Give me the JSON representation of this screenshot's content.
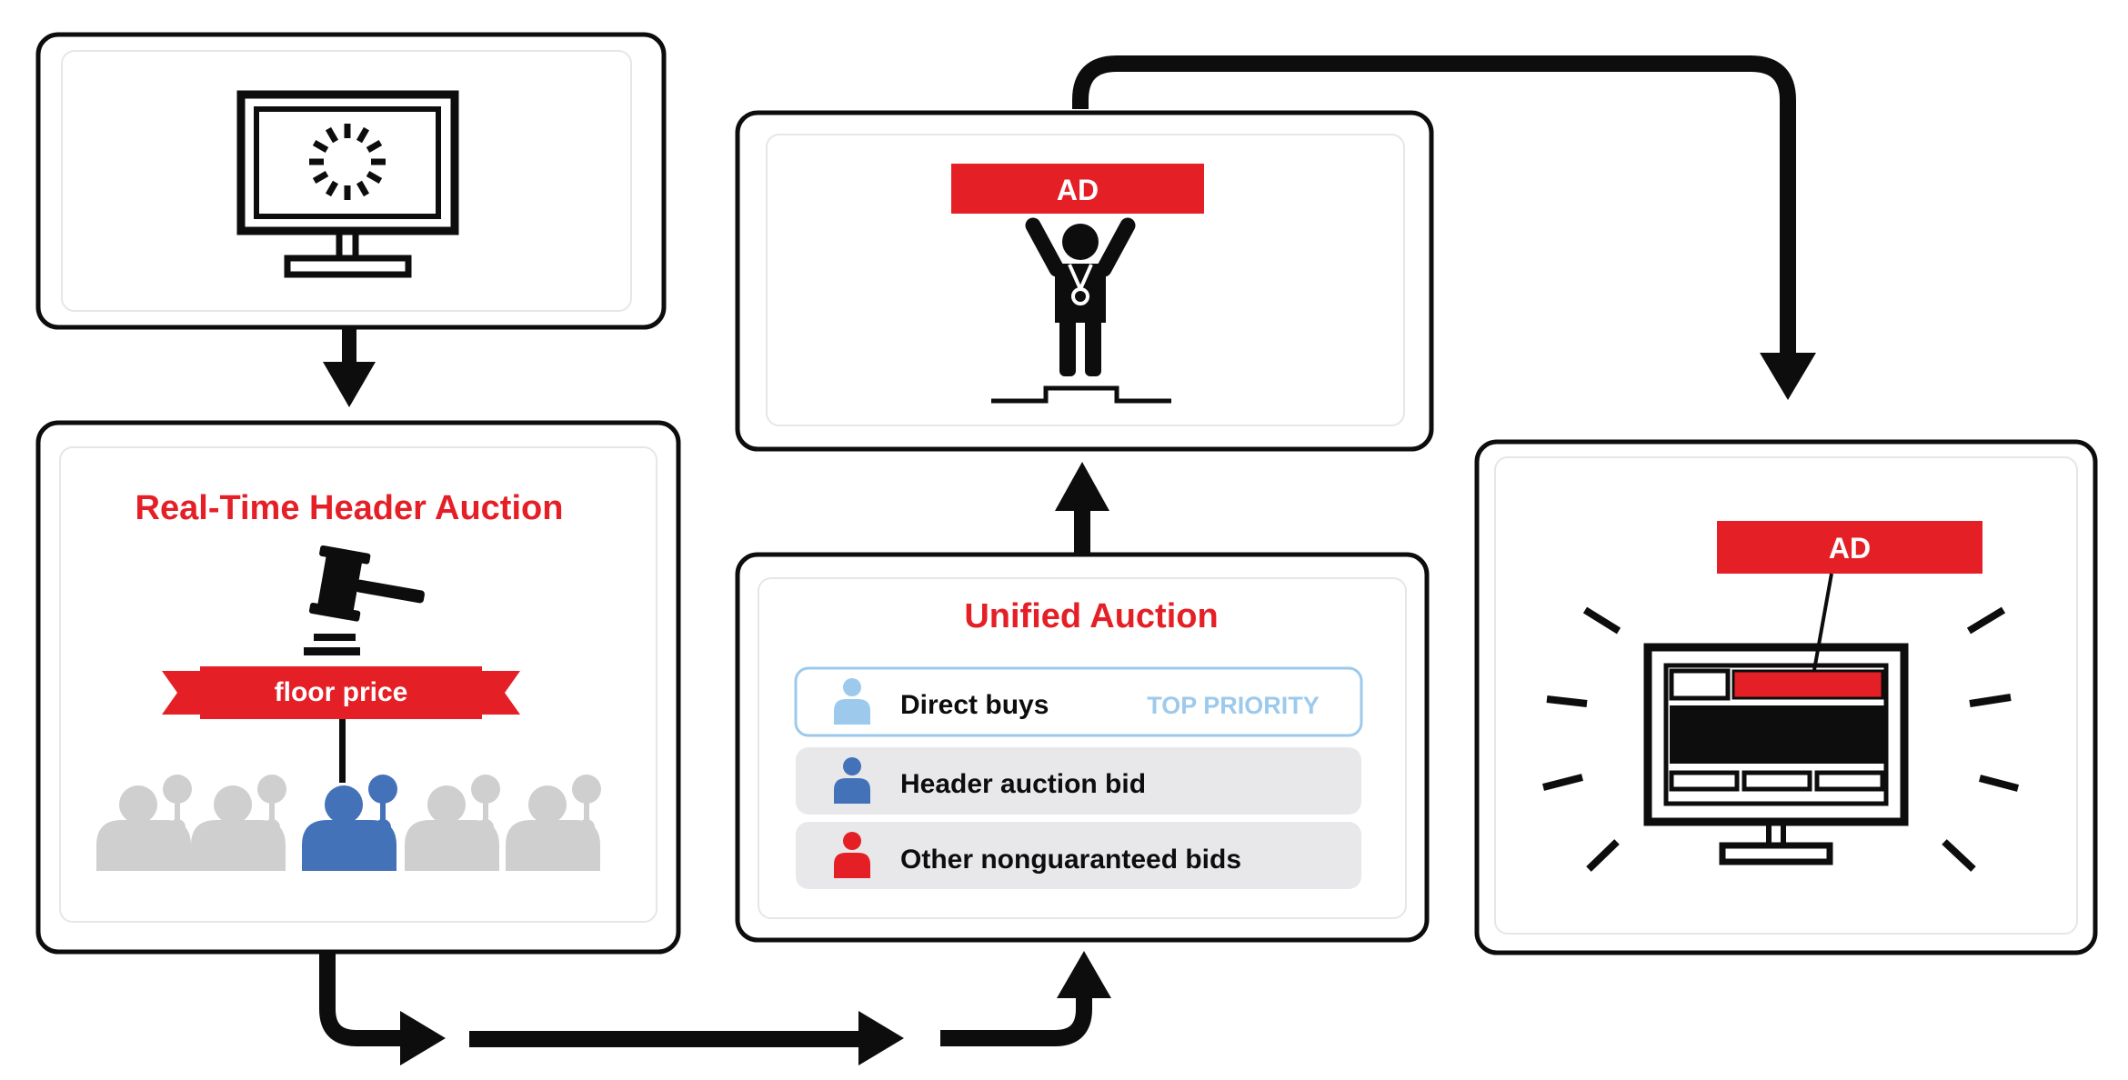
{
  "colors": {
    "red": "#e41f26",
    "black": "#0d0d0d",
    "blue": "#4472b8",
    "light_blue": "#9dcaec",
    "gray_figure": "#cfcfcf",
    "row_gray": "#e8e8ea",
    "top_priority_text": "#9dcaec"
  },
  "header_auction": {
    "title": "Real-Time Header Auction",
    "floor_label": "floor price"
  },
  "unified_auction": {
    "title": "Unified Auction",
    "rows": [
      {
        "label": "Direct buys",
        "tag": "TOP PRIORITY",
        "icon": "person-icon",
        "icon_color": "light_blue"
      },
      {
        "label": "Header auction bid",
        "icon": "person-icon",
        "icon_color": "blue"
      },
      {
        "label": "Other nonguaranteed bids",
        "icon": "person-icon",
        "icon_color": "red"
      }
    ]
  },
  "winner_ad_label": "AD",
  "served_ad_label": "AD",
  "icons": {
    "page_loading": "monitor-loading-icon",
    "gavel": "gavel-icon",
    "bidders": "bidder-crowd-icon",
    "winner": "winner-podium-icon",
    "served": "monitor-ad-icon"
  }
}
